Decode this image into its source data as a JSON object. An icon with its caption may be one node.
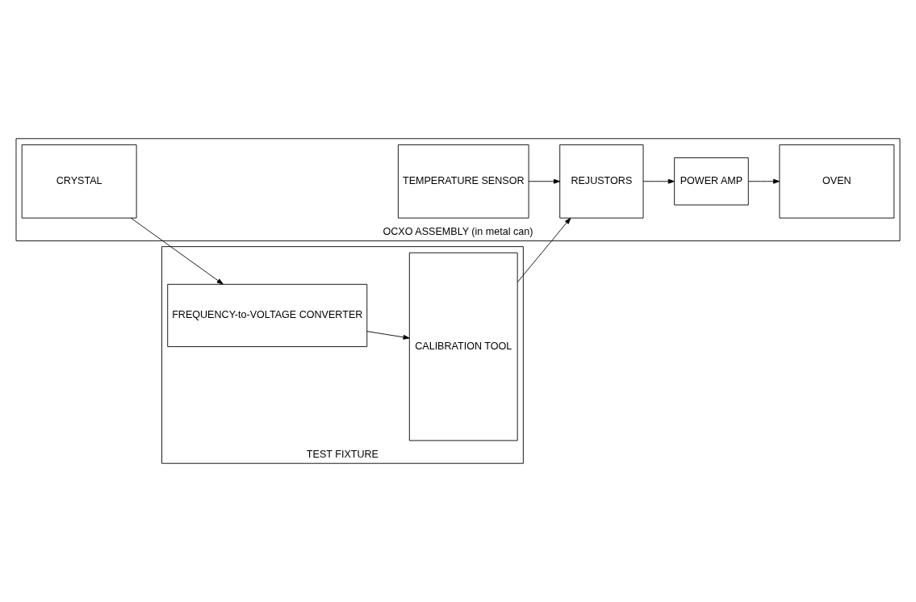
{
  "diagram": {
    "nodes": [
      {
        "text": [
          "OCXO ASSEMBLY (in metal can)"
        ]
      },
      {
        "text": [
          "CRYSTAL"
        ],
        "in": 0
      },
      {
        "text": [
          "OVEN"
        ],
        "in": 0
      },
      {
        "text": [
          "POWER AMP"
        ],
        "in": 0
      },
      {
        "text": [
          "TEMPERATURE SENSOR"
        ],
        "in": 0
      },
      {
        "text": [
          "REJUSTORS"
        ],
        "in": 0
      },
      {
        "text": [
          "TEST FIXTURE"
        ]
      },
      {
        "text": [
          "FREQUENCY-to-VOLTAGE CONVERTER"
        ],
        "in": 6
      },
      {
        "text": [
          "CALIBRATION TOOL"
        ],
        "in": 6
      }
    ],
    "edges": [
      {
        "from": 1,
        "to": 7,
        "arrow": "to"
      },
      {
        "from": 7,
        "to": 8,
        "arrow": "to"
      },
      {
        "from": 3,
        "to": 2,
        "arrow": "to"
      },
      {
        "from": 5,
        "to": 3,
        "arrow": "to"
      },
      {
        "from": 4,
        "to": 5,
        "arrow": "to"
      },
      {
        "from": 8,
        "to": 5,
        "arrow": "to"
      }
    ]
  }
}
